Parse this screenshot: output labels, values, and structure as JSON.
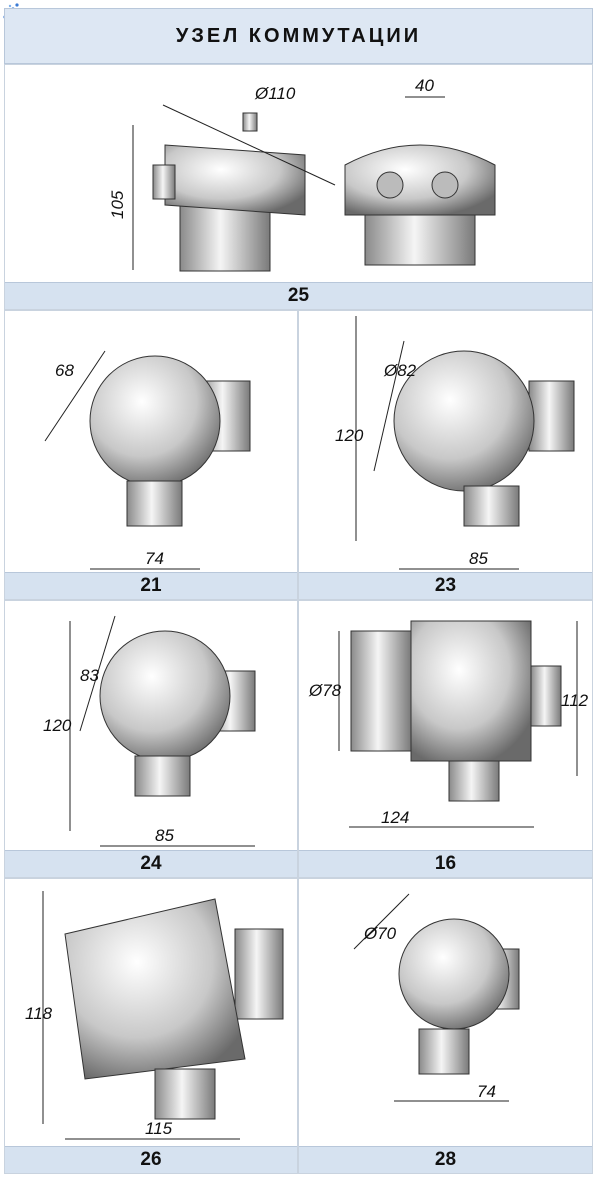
{
  "header": {
    "title": "УЗЕЛ КОММУТАЦИИ"
  },
  "icons": {
    "corner": "sparkle-dots-icon"
  },
  "cells": [
    {
      "model": "25",
      "dims": [
        "Ø110",
        "40",
        "105"
      ]
    },
    {
      "model": "21",
      "dims": [
        "68",
        "74"
      ]
    },
    {
      "model": "23",
      "dims": [
        "Ø82",
        "120",
        "85"
      ]
    },
    {
      "model": "24",
      "dims": [
        "83",
        "120",
        "85"
      ]
    },
    {
      "model": "16",
      "dims": [
        "Ø78",
        "112",
        "124"
      ]
    },
    {
      "model": "26",
      "dims": [
        "118",
        "115"
      ]
    },
    {
      "model": "28",
      "dims": [
        "Ø70",
        "74"
      ]
    }
  ]
}
